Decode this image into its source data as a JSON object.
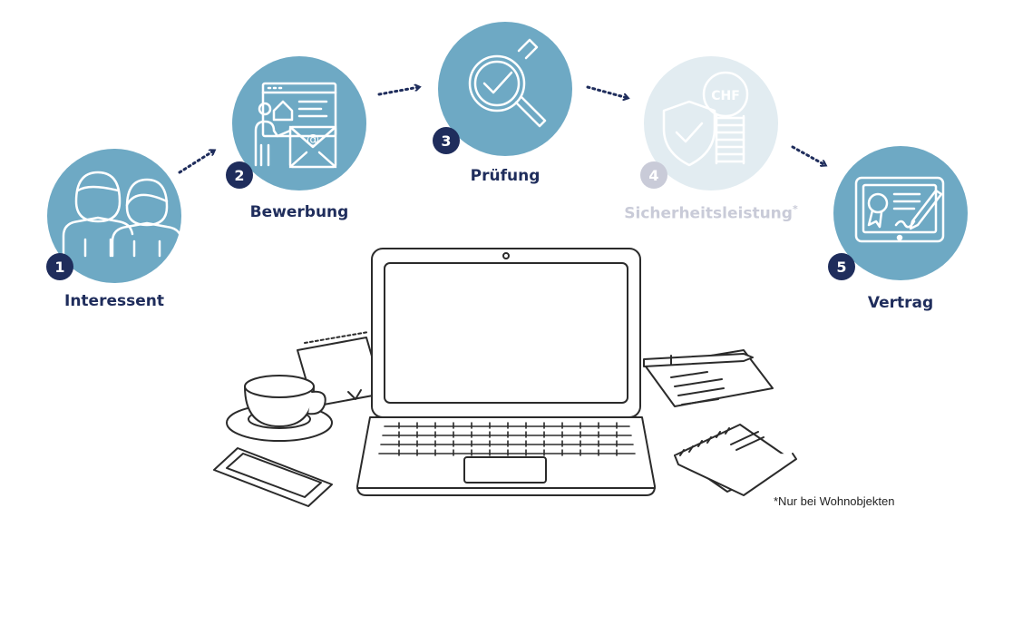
{
  "steps": [
    {
      "number": "1",
      "label": "Interessent",
      "icon": "couple-icon",
      "state": "active"
    },
    {
      "number": "2",
      "label": "Bewerbung",
      "icon": "application-envelope-icon",
      "state": "active"
    },
    {
      "number": "3",
      "label": "Prüfung",
      "icon": "magnifier-check-icon",
      "state": "active"
    },
    {
      "number": "4",
      "label": "Sicherheitsleistung",
      "label_mark": "*",
      "icon": "shield-coins-chf-icon",
      "currency": "CHF",
      "state": "inactive"
    },
    {
      "number": "5",
      "label": "Vertrag",
      "icon": "signed-contract-tablet-icon",
      "state": "active"
    }
  ],
  "footnote": "*Nur bei Wohnobjekten",
  "colors": {
    "circle_active": "#6ea9c4",
    "circle_inactive": "#e2ecf1",
    "badge_active": "#1f2d5c",
    "badge_inactive": "#c9cbd8",
    "arrow": "#1f2d5c",
    "label_active": "#1f2d5c",
    "label_inactive": "#c9cbd8",
    "line_art": "#2b2b2b"
  }
}
